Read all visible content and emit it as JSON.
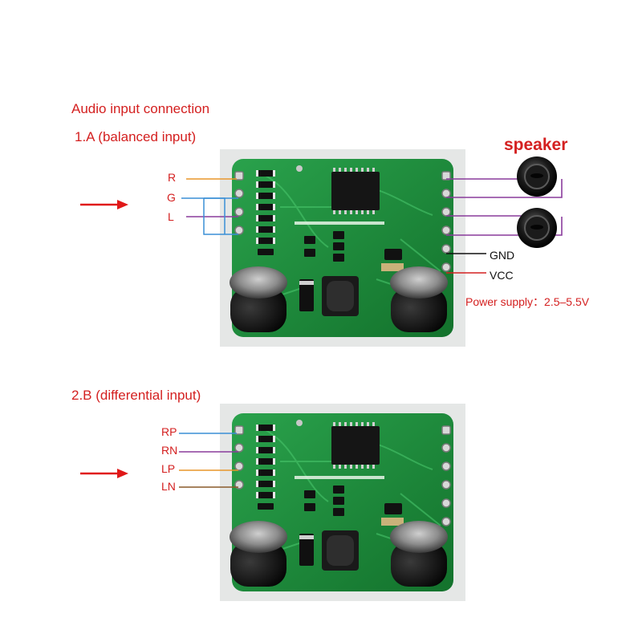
{
  "title": "Audio input connection",
  "section_a": {
    "heading": "1.A (balanced input)",
    "pins": [
      "R",
      "G",
      "L"
    ]
  },
  "section_b": {
    "heading": "2.B (differential input)",
    "pins": [
      "RP",
      "RN",
      "LP",
      "LN"
    ]
  },
  "output": {
    "speaker_label": "speaker",
    "gnd_label": "GND",
    "vcc_label": "VCC",
    "power_supply": "Power supply：2.5–5.5V"
  },
  "colors": {
    "label_red": "#d42020",
    "wire_orange": "#e8962a",
    "wire_blue": "#3a8fd6",
    "wire_purple": "#8a3c9c",
    "wire_brown": "#8a5a2a",
    "arrow_red": "#e01818",
    "pcb_green": "#1e8a3c"
  }
}
